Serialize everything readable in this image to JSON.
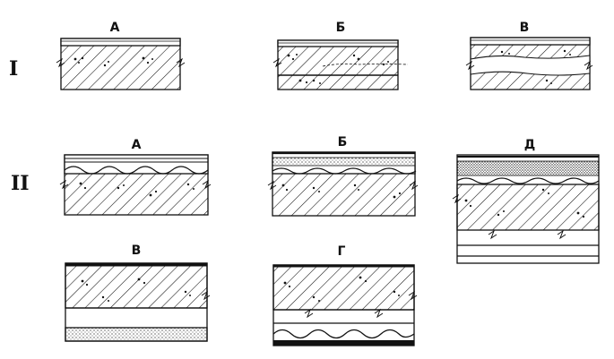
{
  "rows": [
    {
      "id": "row1",
      "numeral": "I"
    },
    {
      "id": "row2",
      "numeral": "II"
    }
  ],
  "sections": [
    {
      "id": "1a",
      "label": "А",
      "row": 1,
      "layers": [
        "thin-coat",
        "concrete"
      ]
    },
    {
      "id": "1b",
      "label": "Б",
      "row": 1,
      "layers": [
        "thin-coat",
        "concrete",
        "concrete-lower"
      ]
    },
    {
      "id": "1v",
      "label": "В",
      "row": 1,
      "layers": [
        "thin-coat",
        "concrete",
        "damaged-seam",
        "concrete"
      ]
    },
    {
      "id": "2a",
      "label": "А",
      "row": 2,
      "layers": [
        "multi-lines",
        "wavy-membrane",
        "concrete"
      ]
    },
    {
      "id": "2b",
      "label": "Б",
      "row": 2,
      "layers": [
        "dotted-band",
        "wavy-membrane",
        "concrete"
      ]
    },
    {
      "id": "2d",
      "label": "Д",
      "row": 2,
      "layers": [
        "dense-dotted-band",
        "wavy-membrane",
        "concrete",
        "insulation-bands"
      ]
    },
    {
      "id": "2v",
      "label": "В",
      "row": 2,
      "layers": [
        "dark-top",
        "concrete",
        "blank-band",
        "dotted-bottom"
      ]
    },
    {
      "id": "2g",
      "label": "Г",
      "row": 2,
      "layers": [
        "dark-top",
        "concrete",
        "insulation-band",
        "wavy-membrane",
        "dark-bottom"
      ]
    }
  ],
  "colors": {
    "ink": "#111111",
    "paper": "#ffffff"
  }
}
